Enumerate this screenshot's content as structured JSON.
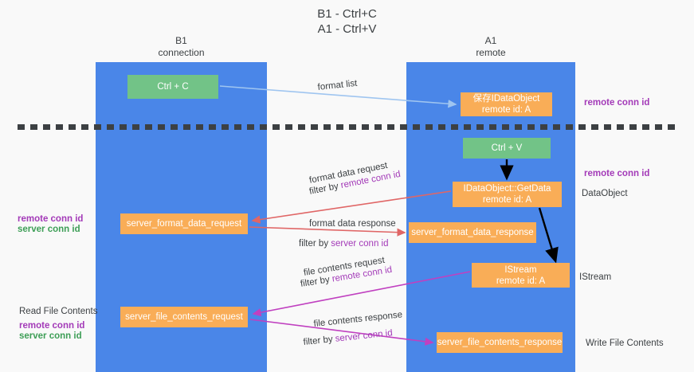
{
  "title": {
    "line1": "B1 - Ctrl+C",
    "line2": "A1 - Ctrl+V"
  },
  "columns": [
    {
      "id": "b1",
      "name": "B1",
      "role": "connection"
    },
    {
      "id": "a1",
      "name": "A1",
      "role": "remote"
    }
  ],
  "nodes": {
    "ctrl_c": {
      "label": "Ctrl + C",
      "color": "#72c387"
    },
    "ctrl_v": {
      "label": "Ctrl + V",
      "color": "#72c387"
    },
    "idataobject": {
      "line1": "保存IDataObject",
      "line2": "remote id: A",
      "color": "#f9ad57"
    },
    "getdata": {
      "line1": "IDataObject::GetData",
      "line2": "remote id: A",
      "color": "#f9ad57"
    },
    "istream": {
      "line1": "IStream",
      "line2": "remote id: A",
      "color": "#f9ad57"
    },
    "server_format_data_request": {
      "label": "server_format_data_request",
      "color": "#f9ad57"
    },
    "server_format_data_response": {
      "label": "server_format_data_response",
      "color": "#f9ad57"
    },
    "server_file_contents_request": {
      "label": "server_file_contents_request",
      "color": "#f9ad57"
    },
    "server_file_contents_response": {
      "label": "server_file_contents_response",
      "color": "#f9ad57"
    }
  },
  "edge_labels": {
    "format_list": "format list",
    "format_data_request": "format data request",
    "filter_by_remote_conn_id_1": {
      "prefix": "filter by ",
      "key": "remote conn id"
    },
    "format_data_response": "format data response",
    "filter_by_server_conn_id_1": {
      "prefix": "filter by ",
      "key": "server conn id"
    },
    "file_contents_request": "file contents request",
    "filter_by_remote_conn_id_2": {
      "prefix": "filter by ",
      "key": "remote conn id"
    },
    "file_contents_response": "file contents response",
    "filter_by_server_conn_id_2": {
      "prefix": "filter by ",
      "key": "server conn id"
    }
  },
  "annotations": {
    "right": {
      "remote_conn_id_top": "remote conn id",
      "remote_conn_id_mid": "remote conn id",
      "data_object": "DataObject",
      "istream": "IStream",
      "write_file_contents": "Write File Contents"
    },
    "left": {
      "remote_conn_id_1": "remote conn id",
      "server_conn_id_1": "server conn id",
      "read_file_contents": "Read File Contents",
      "remote_conn_id_2": "remote conn id",
      "server_conn_id_2": "server conn id"
    }
  },
  "colors": {
    "column_blue": "#4a86e8",
    "node_green": "#72c387",
    "node_orange": "#f9ad57",
    "accent_purple": "#a33ab8",
    "accent_green": "#3d9e56",
    "arrow_lightblue": "#9fc5f0",
    "arrow_red": "#e06666",
    "arrow_magenta": "#c040c0",
    "arrow_black": "#000000",
    "background": "#f9f9f9",
    "text": "#3c4043"
  }
}
